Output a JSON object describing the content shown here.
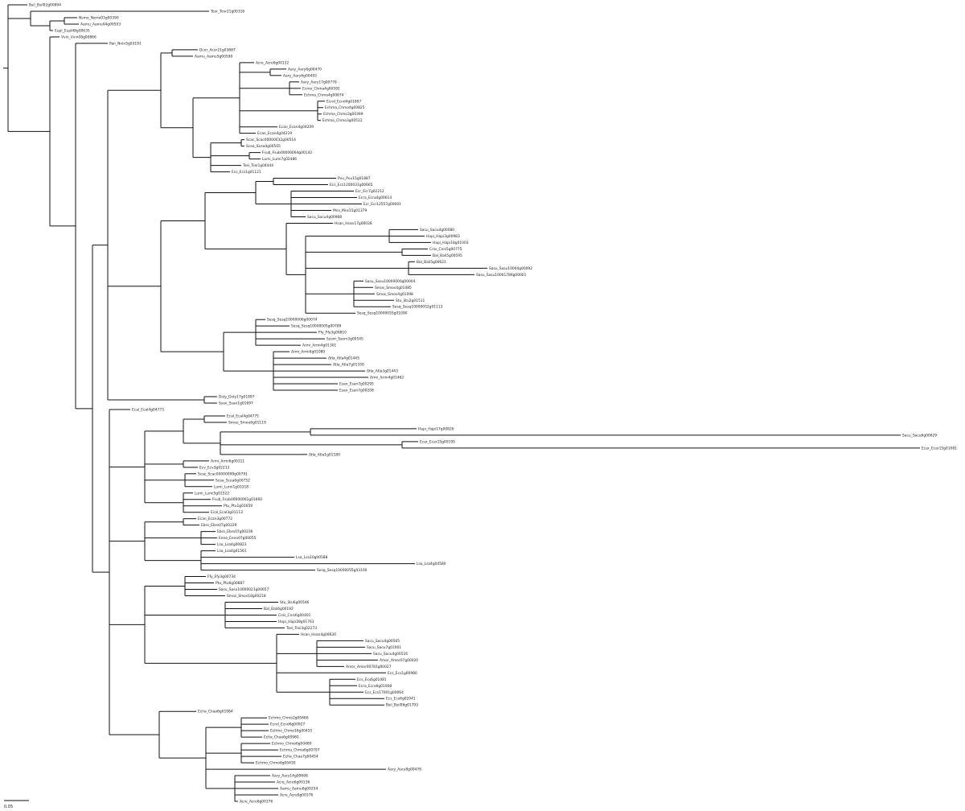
{
  "tree": {
    "leaves": [
      "Bsil_Bsil02g00994",
      "Tcor_Tcor21g00316",
      "Nsmo_Nsmo03g00390",
      "Aamu_Aamu04g00503",
      "Eupl_Eupl48g00635",
      "Vvin_Vvin08g00866",
      "Pan_Nnin5g03191",
      "Dcor_Acor21g03887",
      "Aamu_Aamu5g00590",
      "Acre_Acre6g00132",
      "Aary_Aary6g00470",
      "Aary_Aary6g00493",
      "Aary_Aary17g00778",
      "Ecmo_Chma4g00592",
      "Echma_Chma4g00674",
      "Ecnd_Ecnd4g01897",
      "Echma_Chma4g00825",
      "Echmo_Chmo3g00399",
      "Echmo_Chmo3g00512",
      "Ecan_Ecan4g04209",
      "Ecan_Ecan4g04219",
      "Scac_Scac00000032g00514",
      "Scea_Scea4g00505",
      "Fsub_Fsub00000064g00142",
      "Lumi_Lumi7g02486",
      "Tsei_Tsei1g04444",
      "Ecs_Ecs1g01121",
      "Pvu_Pvu15g01887",
      "Ecs_Ecs1200031g00665",
      "Ecr_Ecr7g02212",
      "Ecra_Ecra4g00614",
      "Ecr_Ecr12557g00001",
      "Mns_Mns15g01379",
      "Sacu_Sacu4g00968",
      "Hsan_Hsan17g00028",
      "Sacu_Sacu4g00080",
      "Hapi_Hapi3g00983",
      "Hapi_Hapi18g01003",
      "Cnis_Cnis5g00775",
      "Bal_Bali5g00595",
      "Bal_Bali5g00621",
      "Sasu_Sasu10004g00092",
      "Sasu_Sasu10001786g00001",
      "Sasu_Sasu10000000g00004",
      "Smos_Smos4g01085",
      "Smos_Smos4g01098",
      "Stu_Stu2g01511",
      "Sesq_Sesq10000052g01113",
      "Sesq_Sesq10000055g01090",
      "Sesq_Sesq10000006g00074",
      "Sesq_Sesq10000005g00789",
      "Ffy_Ffy3g00810",
      "Ssom_Ssom3g00545",
      "Armi_Armi4g01301",
      "Armi_Armi4g01080",
      "Atla_Atla4g01445",
      "Atla_Atla7g01100",
      "Atla_Atla3g01443",
      "Armi_Armi4g01462",
      "Esan_Esan7g00295",
      "Esan_Esan7g00208",
      "Dsty_Dsty17g01897",
      "Ssan_Ssan1g01697",
      "Ecal_Ecal4g04773",
      "Ecal_Ecal4g04775",
      "Smou_Smou6g01119",
      "Hapi_Hapi17g00826",
      "Sacu_Sacu6g00629",
      "Ecar_Ecar15g00195",
      "Ecar_Ecar15g01081",
      "Atla_Atla1g01180",
      "Armi_Armi6g00311",
      "Ecv_Ecv3g02213",
      "Scac_Scac00000099g00791",
      "Scea_Scea6g00752",
      "Lumi_Lumi1g03318",
      "Lumi_Lumi5g01522",
      "Fsub_Fsub00000061g01660",
      "Ptu_Ptu1g01659",
      "Ecal_Ecal3g01113",
      "Ecan_Ecan3g00772",
      "Ebro_Ebro07g00229",
      "Ebro_Ebro07g00236",
      "Eeno_Eeno07g00055",
      "Lsa_Lsa4g00823",
      "Lsa_Lsa4g01561",
      "Lsa_Lsa10g00588",
      "Lsa_Lsa4g04580",
      "Sesq_Sesq10000055g03100",
      "Ffy_Ffy3g00734",
      "Ptu_Ptu6g00887",
      "Sasu_Sasu10000021g00657",
      "Smos_Smos18g00218",
      "Stu_Stu6g00546",
      "Bal_Bali6g00192",
      "Cnis_Cnis6g00401",
      "Hapi_Hapi28g01763",
      "Tsei_Tsei3g02273",
      "Hsan_Hsan4g00630",
      "Sacu_Sacu4g00565",
      "Sacu_Sacu7g01001",
      "Sacu_Sacu4g00516",
      "Amor_Amor07g00020",
      "Amor_Amor00781g00027",
      "Ecs_Ecs1g00980",
      "Ecs_Ecs6g01081",
      "Ecra_Ecra6g01008",
      "Ecs_Ecs17001g00064",
      "Ecs_Ecs6g02041",
      "Bsil_Bsil06g01793",
      "Echa_Chaa6g01084",
      "Echmo_Chmo2g00466",
      "Ecnd_Ecnd6g00927",
      "Echmo_Chmo16g00455",
      "Echa_Chaa6g00980",
      "Echmo_Chmo6g00480",
      "Echma_Chma6g00797",
      "Echa_Chaa7g00454",
      "Echmo_Chmo6g00430",
      "Aary_Aary8g00478",
      "Aary_Aary14g00698",
      "Acre_Acre6g00136",
      "Aamu_Aamu6g00254",
      "Acre_Acre6g00376"
    ],
    "scale_bar_label": "0.05"
  }
}
